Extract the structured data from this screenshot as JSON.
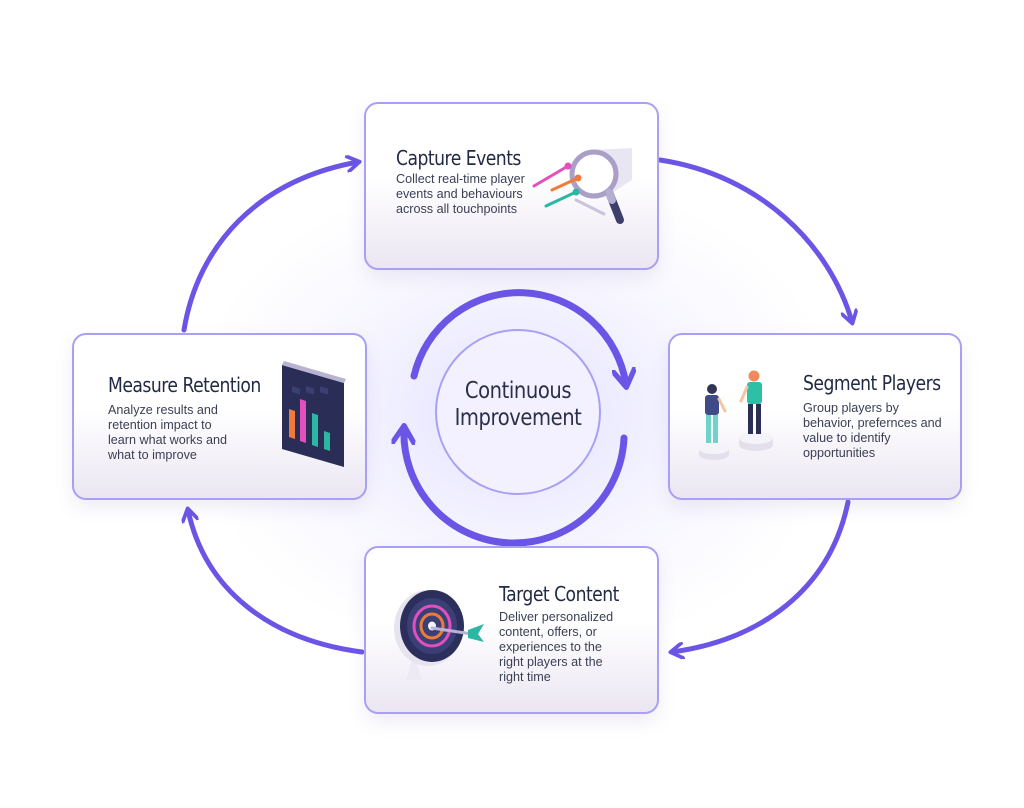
{
  "center": {
    "line1": "Continuous",
    "line2": "Improvement"
  },
  "steps": [
    {
      "title": "Capture Events",
      "description": "Collect real-time player events and behaviours across all touchpoints",
      "icon": "magnifier-events-icon"
    },
    {
      "title": "Segment Players",
      "description": "Group players by behavior, prefernces and value to identify opportunities",
      "icon": "players-icon"
    },
    {
      "title": "Target Content",
      "description": "Deliver personalized content, offers, or experiences to the right players at the right time",
      "icon": "target-dart-icon"
    },
    {
      "title": "Measure Retention",
      "description": "Analyze results and retention impact to learn what works and what to improve",
      "icon": "bar-chart-panel-icon"
    }
  ],
  "colors": {
    "accent": "#6b55e6",
    "card_border": "#a8a0f5",
    "text": "#232a44"
  }
}
